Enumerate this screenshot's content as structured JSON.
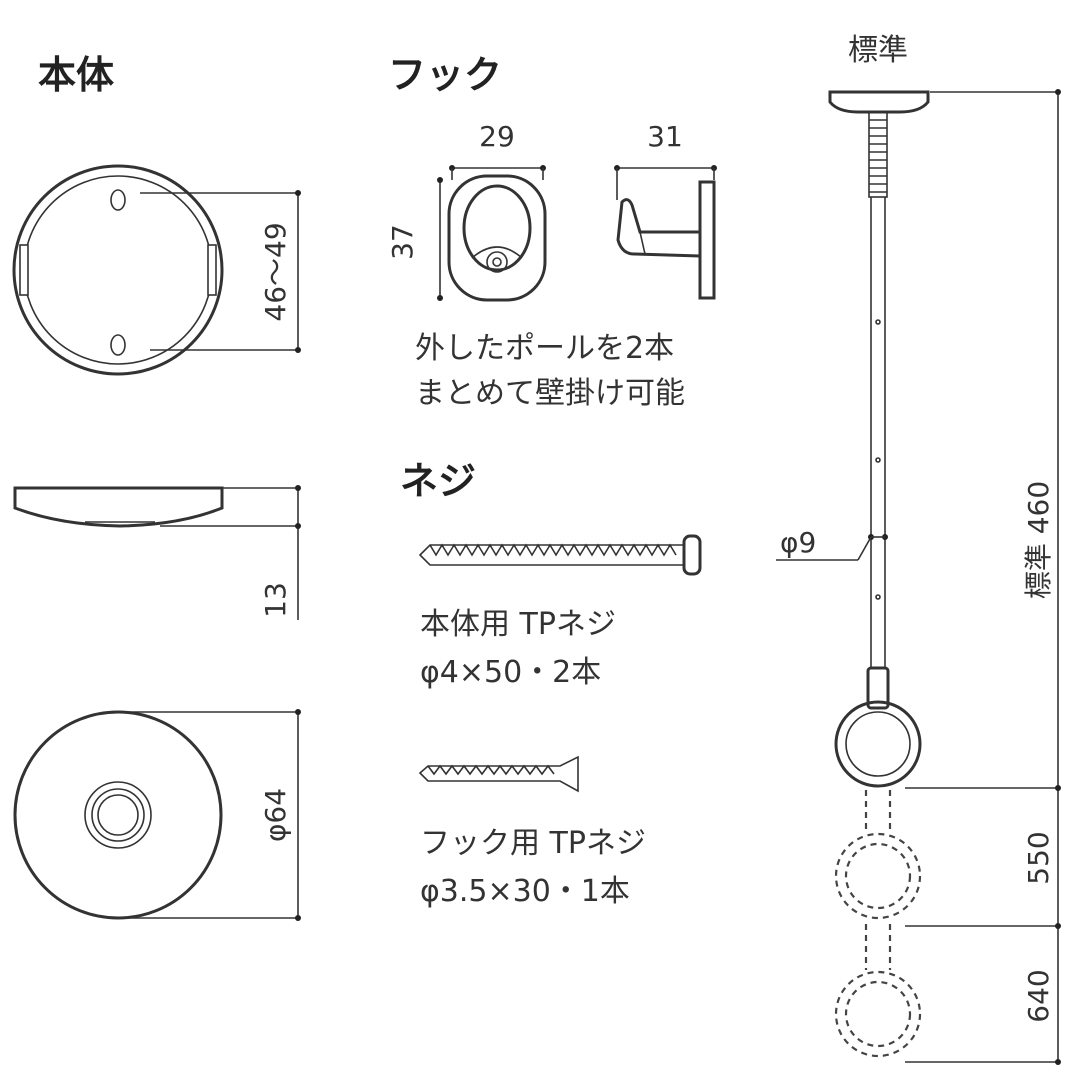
{
  "sections": {
    "body_heading": "本体",
    "hook_heading": "フック",
    "screw_heading": "ネジ"
  },
  "body": {
    "top_dim": "46〜49",
    "height_dim": "13",
    "diameter_dim": "φ64"
  },
  "hook": {
    "width_front": "29",
    "width_side": "31",
    "height": "37",
    "note_line1": "外したポールを2本",
    "note_line2": "まとめて壁掛け可能"
  },
  "screws": {
    "body_screw_line1": "本体用 TPネジ",
    "body_screw_line2": "φ4×50・2本",
    "hook_screw_line1": "フック用 TPネジ",
    "hook_screw_line2": "φ3.5×30・1本"
  },
  "pole": {
    "top_label": "標準",
    "diameter": "φ9",
    "standard_length": "標準 460",
    "ext1": "550",
    "ext2": "640"
  }
}
